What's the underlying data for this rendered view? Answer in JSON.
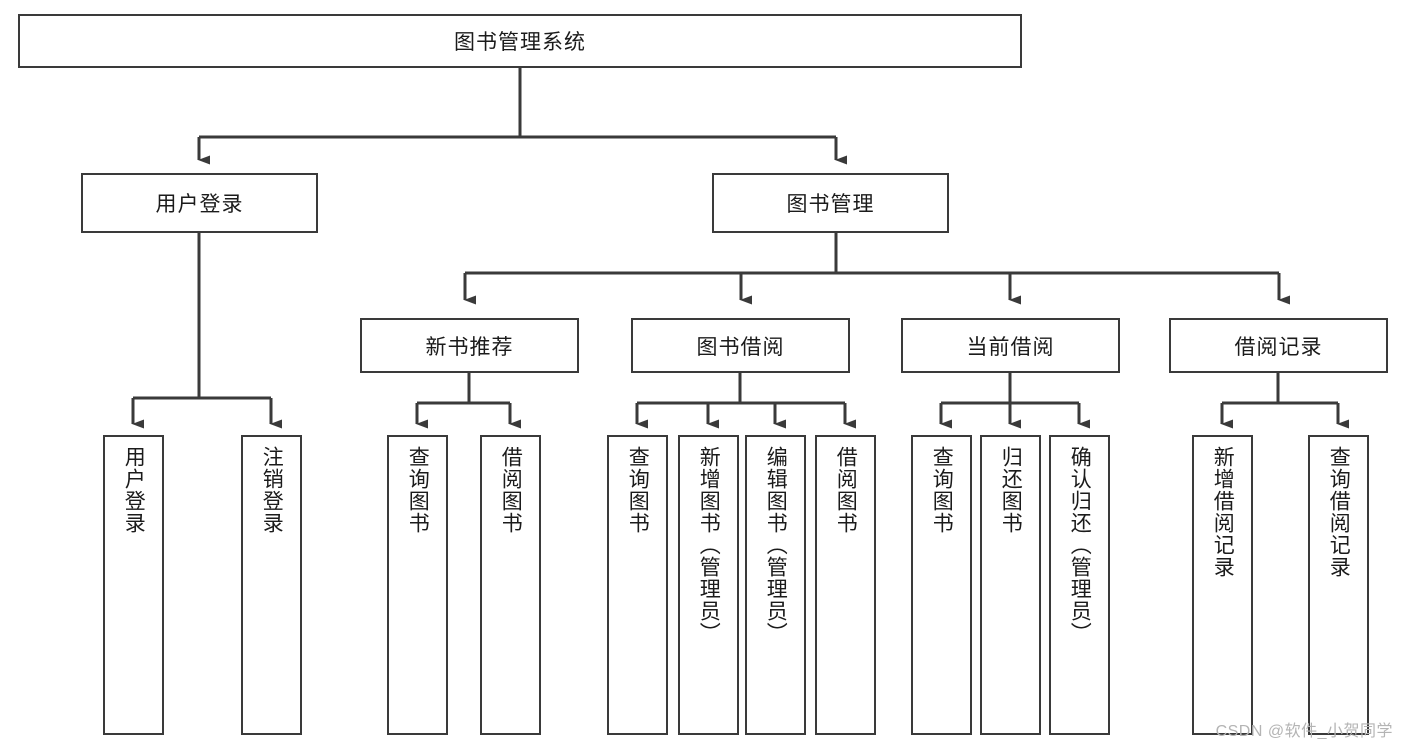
{
  "diagram": {
    "title": "图书管理系统",
    "watermark": "CSDN @软件_小贺同学",
    "colors": {
      "stroke": "#3a3a3a",
      "text": "#1b1b1b",
      "background": "#ffffff",
      "watermark": "#b4b4b4"
    },
    "nodes": {
      "root": {
        "label": "图书管理系统"
      },
      "level2": [
        {
          "key": "user-login",
          "label": "用户登录"
        },
        {
          "key": "book-management",
          "label": "图书管理"
        }
      ],
      "level3": [
        {
          "key": "new-book-recommend",
          "label": "新书推荐"
        },
        {
          "key": "book-borrow",
          "label": "图书借阅"
        },
        {
          "key": "current-borrow",
          "label": "当前借阅"
        },
        {
          "key": "borrow-record",
          "label": "借阅记录"
        }
      ],
      "leaves": [
        {
          "key": "user-login-leaf",
          "label": "用户登录",
          "parent": "用户登录"
        },
        {
          "key": "logout-leaf",
          "label": "注销登录",
          "parent": "用户登录"
        },
        {
          "key": "query-book-1",
          "label": "查询图书",
          "parent": "新书推荐"
        },
        {
          "key": "borrow-book-1",
          "label": "借阅图书",
          "parent": "新书推荐"
        },
        {
          "key": "query-book-2",
          "label": "查询图书",
          "parent": "图书借阅"
        },
        {
          "key": "add-book",
          "label": "新增图书（管理员）",
          "parent": "图书借阅"
        },
        {
          "key": "edit-book",
          "label": "编辑图书（管理员）",
          "parent": "图书借阅"
        },
        {
          "key": "borrow-book-2",
          "label": "借阅图书",
          "parent": "图书借阅"
        },
        {
          "key": "query-book-3",
          "label": "查询图书",
          "parent": "当前借阅"
        },
        {
          "key": "return-book",
          "label": "归还图书",
          "parent": "当前借阅"
        },
        {
          "key": "confirm-return",
          "label": "确认归还（管理员）",
          "parent": "当前借阅"
        },
        {
          "key": "add-borrow-record",
          "label": "新增借阅记录",
          "parent": "借阅记录"
        },
        {
          "key": "query-borrow-record",
          "label": "查询借阅记录",
          "parent": "借阅记录"
        }
      ]
    }
  }
}
